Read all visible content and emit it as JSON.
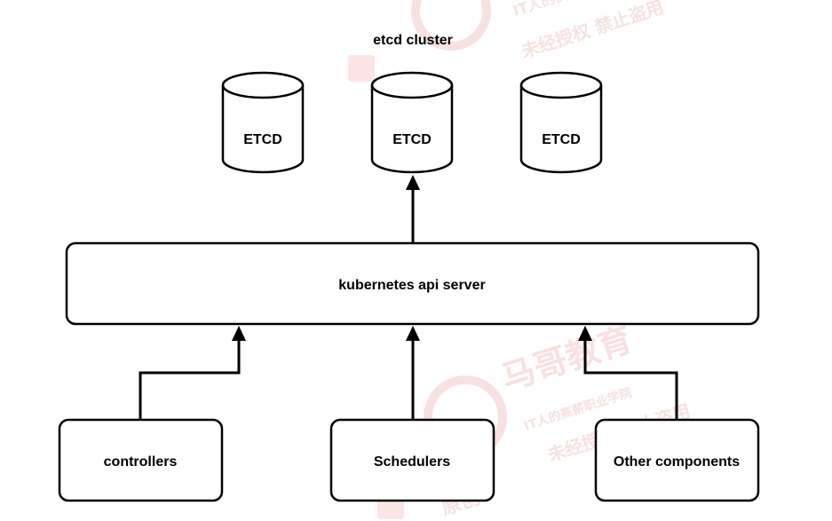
{
  "cluster": {
    "title": "etcd cluster",
    "nodes": [
      {
        "label": "ETCD"
      },
      {
        "label": "ETCD"
      },
      {
        "label": "ETCD"
      }
    ]
  },
  "api_server": {
    "label": "kubernetes api server"
  },
  "clients": [
    {
      "label": "controllers"
    },
    {
      "label": "Schedulers"
    },
    {
      "label": "Other components"
    }
  ],
  "watermark": {
    "brand": "马哥教育",
    "slogan": "IT人的高薪职业学院",
    "notice": "未经授权 禁止盗用",
    "original": "原创",
    "color": "#f2c9c9"
  },
  "colors": {
    "stroke": "#000000",
    "fill": "#ffffff",
    "background": "#ffffff"
  }
}
